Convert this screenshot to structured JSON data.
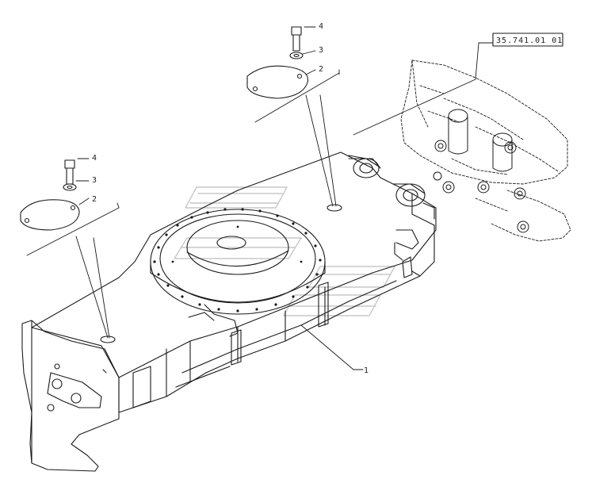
{
  "diagram": {
    "callouts": {
      "part_1": "1",
      "cover_right": "2",
      "washer_right": "3",
      "bolt_right": "4",
      "cover_left": "2",
      "washer_left": "3",
      "bolt_left": "4"
    },
    "reference_box": "35.741.01 01",
    "colors": {
      "line": "#1a1a1a",
      "watermark": "#c8c8c8",
      "background": "#ffffff"
    }
  }
}
